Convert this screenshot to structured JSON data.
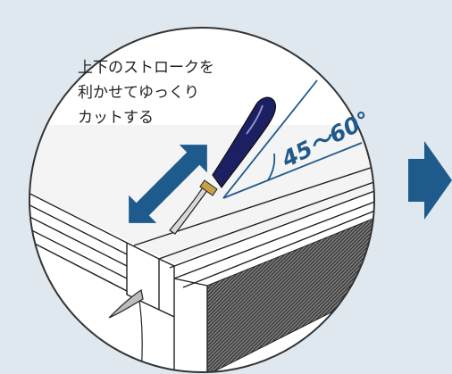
{
  "instruction": {
    "lines": [
      "上下のストロークを",
      "利かせてゆっくり",
      "カットする"
    ]
  },
  "angle": {
    "label": "45～60°"
  },
  "colors": {
    "background": "#dfe8ef",
    "accent": "#1f5a8c",
    "knife_handle": "#1d1f63",
    "outline": "#222222"
  },
  "icons": {
    "stroke_arrow": "double-headed-arrow",
    "next_step": "right-arrow"
  }
}
